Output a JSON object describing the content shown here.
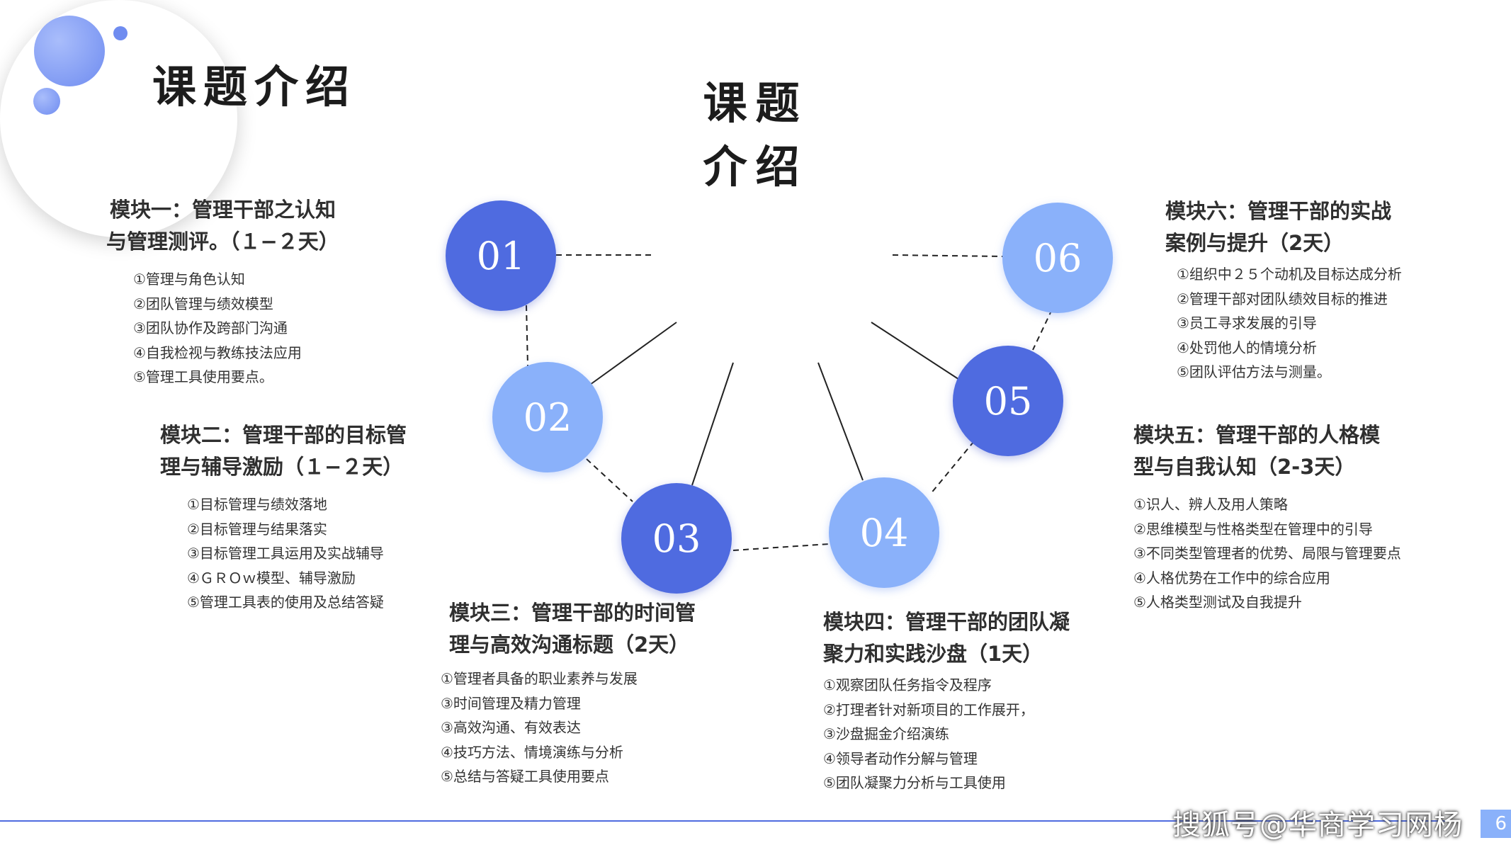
{
  "header": {
    "title": "课题介绍"
  },
  "center": {
    "line1": "课题",
    "line2": "介绍"
  },
  "nodes": {
    "n01": "01",
    "n02": "02",
    "n03": "03",
    "n04": "04",
    "n05": "05",
    "n06": "06"
  },
  "colors": {
    "dark_blue": "#4f6be0",
    "light_blue": "#8ab1fa"
  },
  "modules": {
    "m1": {
      "title_line1": "模块一：管理干部之认知",
      "title_line2": "与管理测评。（１−２天）",
      "items": [
        "①管理与角色认知",
        "②团队管理与绩效模型",
        "③团队协作及跨部门沟通",
        "④自我检视与教练技法应用",
        "⑤管理工具使用要点。"
      ]
    },
    "m2": {
      "title_line1": "模块二：管理干部的目标管",
      "title_line2": "理与辅导激励（１−２天）",
      "items": [
        "①目标管理与绩效落地",
        "②目标管理与结果落实",
        "③目标管理工具运用及实战辅导",
        "④ＧＲＯｗ模型、辅导激励",
        "⑤管理工具表的使用及总结答疑"
      ]
    },
    "m3": {
      "title_line1": "模块三：管理干部的时间管",
      "title_line2": "理与高效沟通标题（2天）",
      "items": [
        "①管理者具备的职业素养与发展",
        "③时间管理及精力管理",
        "③高效沟通、有效表达",
        "④技巧方法、情境演练与分析",
        "⑤总结与答疑工具使用要点"
      ]
    },
    "m4": {
      "title_line1": "模块四：管理干部的团队凝",
      "title_line2": "聚力和实践沙盘（1天）",
      "items": [
        "①观察团队任务指令及程序",
        "②打理者针对新项目的工作展开，",
        "③沙盘掘金介绍演练",
        "④领导者动作分解与管理",
        "⑤团队凝聚力分析与工具使用"
      ]
    },
    "m5": {
      "title_line1": "模块五：管理干部的人格模",
      "title_line2": "型与自我认知（2-3天）",
      "items": [
        "①识人、辨人及用人策略",
        "②思维模型与性格类型在管理中的引导",
        "③不同类型管理者的优势、局限与管理要点",
        "④人格优势在工作中的综合应用",
        "⑤人格类型测试及自我提升"
      ]
    },
    "m6": {
      "title_line1": "模块六：管理干部的实战",
      "title_line2": "案例与提升（2天）",
      "items": [
        "①组织中２５个动机及目标达成分析",
        "②管理干部对团队绩效目标的推进",
        "③员工寻求发展的引导",
        "④处罚他人的情境分析",
        "⑤团队评估方法与测量。"
      ]
    }
  },
  "footer": {
    "watermark": "搜狐号@华商学习网杨",
    "page_number": "6"
  }
}
